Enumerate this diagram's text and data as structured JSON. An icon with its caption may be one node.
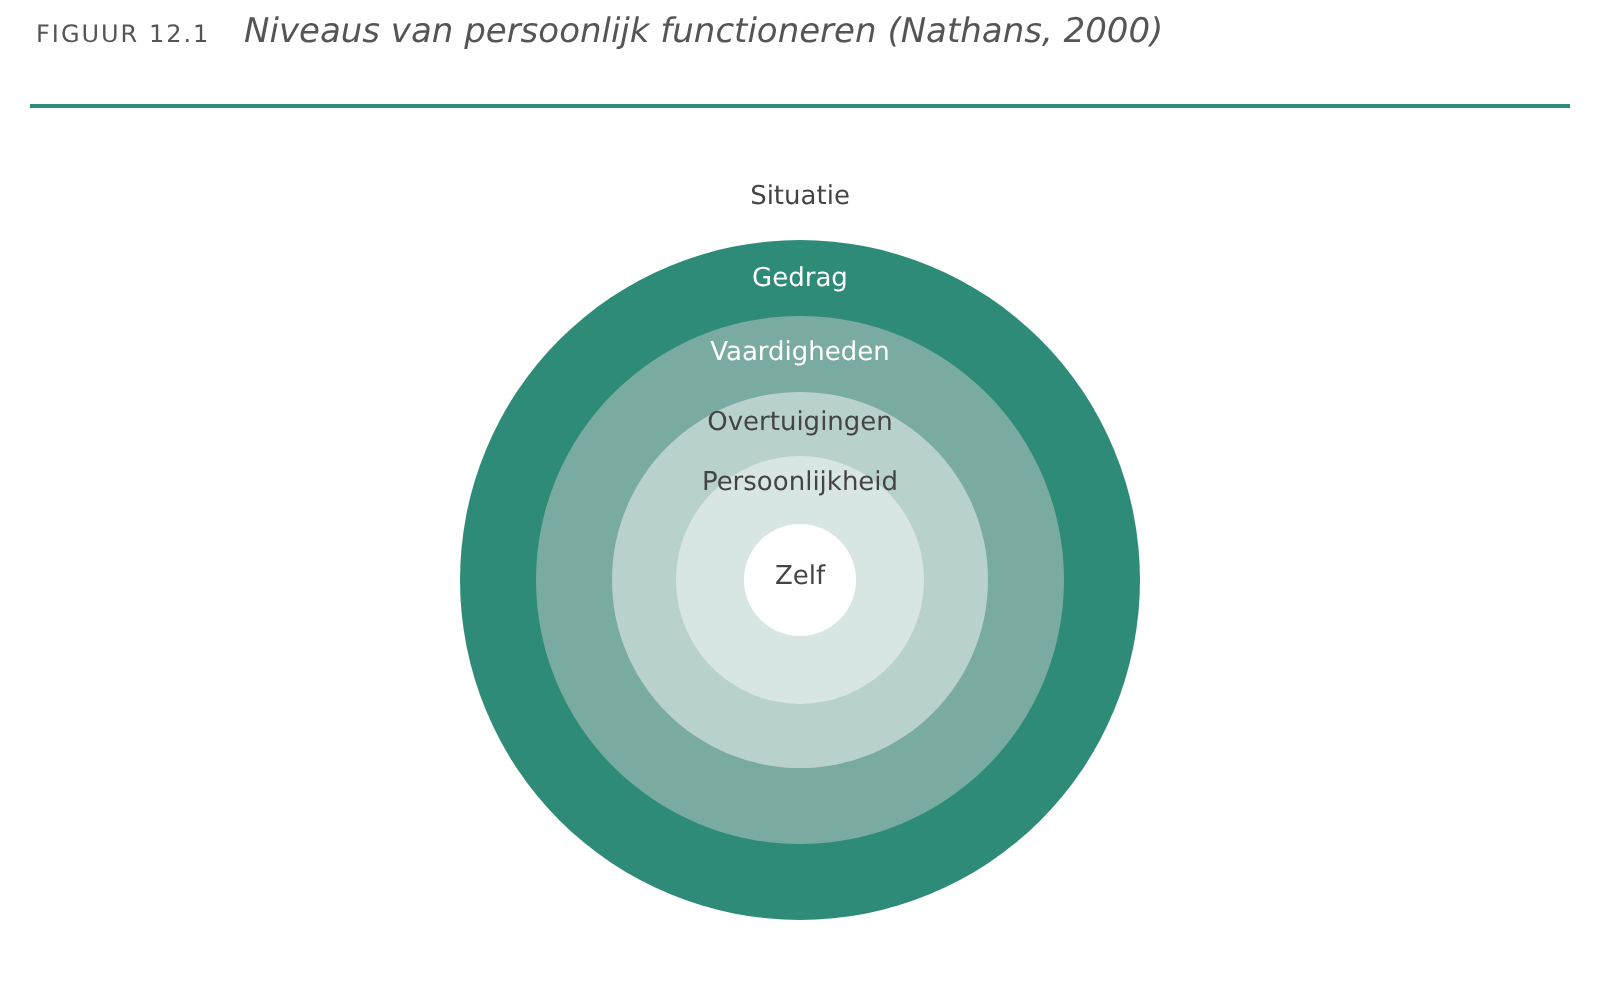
{
  "diagram": {
    "title": "Niveaus van persoonlijk functioneren (Nathans, 2000)",
    "nodes": [
      {
        "text": [
          "Gedrag"
        ]
      },
      {
        "text": [
          "Vaardigheden"
        ],
        "in": 0
      },
      {
        "text": [
          "Overtuigingen"
        ],
        "in": 1
      },
      {
        "text": [
          "Persoonlijkheid"
        ],
        "in": 2
      },
      {
        "text": [
          "Zelf"
        ],
        "in": 3
      }
    ],
    "edges": [],
    "labels": [
      "FIGUUR 12.1",
      "Situatie"
    ]
  }
}
